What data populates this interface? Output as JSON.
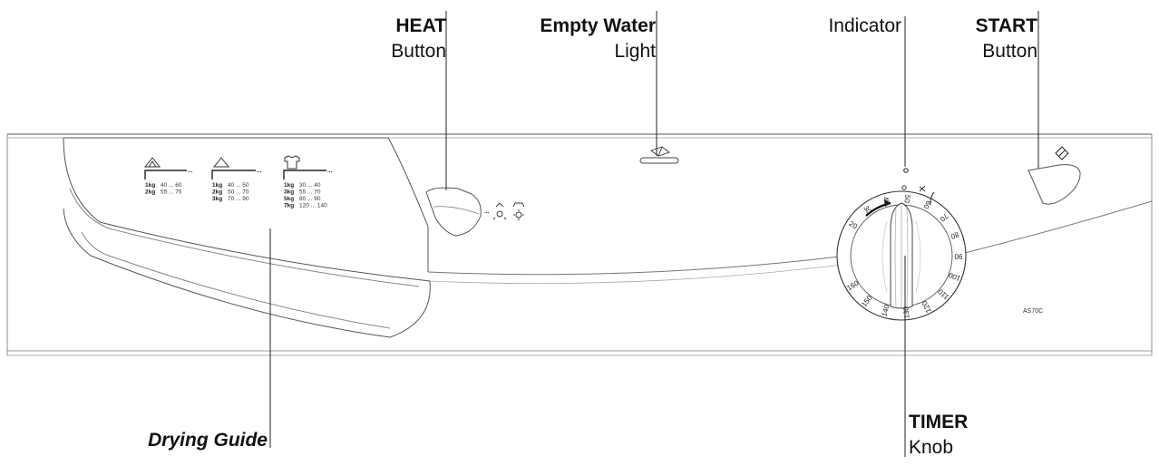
{
  "callouts": {
    "heat": {
      "bold": "HEAT",
      "normal": "Button"
    },
    "empty_water": {
      "bold": "Empty Water",
      "normal": "Light"
    },
    "indicator": {
      "normal": "Indicator"
    },
    "start": {
      "bold": "START",
      "normal": "Button"
    },
    "timer": {
      "bold": "TIMER",
      "normal": "Knob"
    },
    "drying_guide": {
      "bold": "Drying Guide"
    }
  },
  "model_label": "AS70C",
  "drying_guide": {
    "columns": [
      {
        "rows": [
          [
            "1kg",
            "40 ... 60"
          ],
          [
            "2kg",
            "55 ... 75"
          ]
        ]
      },
      {
        "rows": [
          [
            "1kg",
            "40 ... 50"
          ],
          [
            "2kg",
            "50 ... 70"
          ],
          [
            "3kg",
            "70 ... 90"
          ]
        ]
      },
      {
        "rows": [
          [
            "1kg",
            "30 ... 40"
          ],
          [
            "3kg",
            "55 ... 70"
          ],
          [
            "5kg",
            "80 ... 90"
          ],
          [
            "7kg",
            "120 ... 140"
          ]
        ]
      }
    ]
  },
  "timer_dial": {
    "marks": [
      "20",
      "30",
      "40",
      "50",
      "60",
      "70",
      "80",
      "90",
      "100",
      "110",
      "120",
      "130",
      "140",
      "150",
      "160"
    ]
  },
  "icons": [
    "cotton-icon",
    "synthetic-icon",
    "shirt-icon",
    "empty-water-icon",
    "heat-low-icon",
    "heat-high-icon",
    "start-icon",
    "cool-fan-icon"
  ]
}
